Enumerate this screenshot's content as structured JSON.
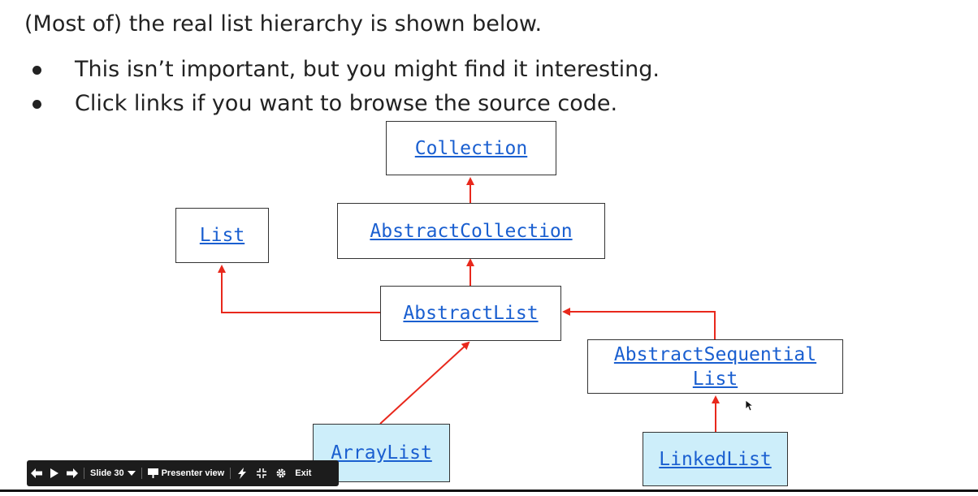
{
  "slide": {
    "heading": "(Most of) the real list hierarchy is shown below.",
    "bullets": [
      "This isn’t important, but you might find it interesting.",
      "Click links if you want to browse the source code."
    ]
  },
  "diagram": {
    "nodes": {
      "collection": "Collection",
      "abstract_collection": "AbstractCollection",
      "list": "List",
      "abstract_list": "AbstractList",
      "abstract_sequential_list_line1": "AbstractSequential",
      "abstract_sequential_list_line2": "List",
      "array_list": "ArrayList",
      "linked_list": "LinkedList"
    },
    "edges": [
      {
        "from": "AbstractCollection",
        "to": "Collection"
      },
      {
        "from": "AbstractList",
        "to": "AbstractCollection"
      },
      {
        "from": "AbstractList",
        "to": "List"
      },
      {
        "from": "AbstractSequentialList",
        "to": "AbstractList"
      },
      {
        "from": "ArrayList",
        "to": "AbstractList"
      },
      {
        "from": "LinkedList",
        "to": "AbstractSequentialList"
      }
    ],
    "colors": {
      "arrow": "#e8281c",
      "link": "#1a5fd0",
      "highlight_fill": "#cdeefa",
      "border": "#333333"
    }
  },
  "toolbar": {
    "slide_label": "Slide 30",
    "presenter_label": "Presenter view",
    "exit_label": "Exit",
    "icons": [
      "arrow-left-icon",
      "play-icon",
      "arrow-right-icon",
      "chevron-down-icon",
      "presenter-icon",
      "laser-icon",
      "fullscreen-icon",
      "gear-icon"
    ]
  }
}
